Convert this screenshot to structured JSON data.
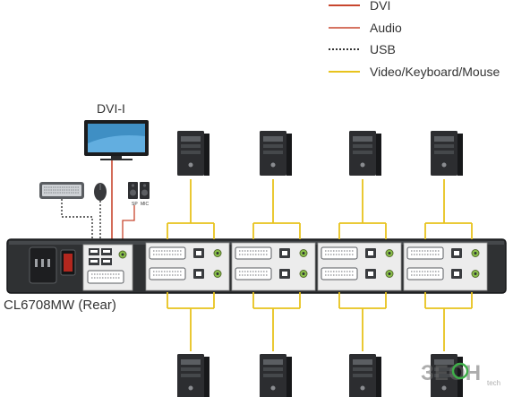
{
  "legend": {
    "items": [
      {
        "key": "dvi",
        "label": "DVI",
        "color": "#c8462e",
        "style": "solid"
      },
      {
        "key": "audio",
        "label": "Audio",
        "color": "#c8462e",
        "style": "solid"
      },
      {
        "key": "usb",
        "label": "USB",
        "color": "#333333",
        "style": "dotted"
      },
      {
        "key": "video",
        "label": "Video/Keyboard/Mouse",
        "color": "#e8c31d",
        "style": "solid"
      }
    ]
  },
  "console": {
    "monitor_label": "DVI-I",
    "speaker_labels": [
      "SP",
      "MIC"
    ]
  },
  "device": {
    "label": "CL6708MW (Rear)",
    "colors": {
      "body": "#2f3133",
      "edge": "#17181a",
      "panel": "#ececec"
    }
  },
  "computers": {
    "top_count": 4,
    "bottom_count": 4
  },
  "watermark": {
    "text": "ЗЕОН",
    "sub": "tech"
  },
  "colors": {
    "dvi": "#c8462e",
    "usb": "#333333",
    "video": "#e8c31d",
    "port_green": "#8bc34a"
  }
}
